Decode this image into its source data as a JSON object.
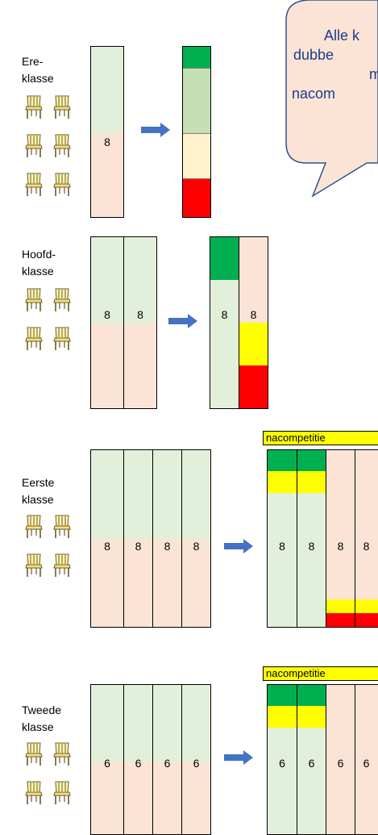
{
  "callout": {
    "lines": [
      "Alle k",
      "dubbe",
      "m",
      "nacom"
    ]
  },
  "colors": {
    "green_light": "#e2efda",
    "peach": "#fbe4d5",
    "green_dark": "#00b050",
    "green_mid": "#c5e0b4",
    "cream": "#fff2cc",
    "red": "#ff0000",
    "yellow": "#ffff00",
    "arrow": "#4472c4",
    "bubble_fill": "#fbe4d5",
    "bubble_border": "#2f528f"
  },
  "tiers": [
    {
      "label_lines": [
        "Ere-",
        "klasse"
      ],
      "chairs": 6,
      "before_values": [
        "8"
      ],
      "after_values": [],
      "tag": ""
    },
    {
      "label_lines": [
        "Hoofd-",
        "klasse"
      ],
      "chairs": 4,
      "before_values": [
        "8",
        "8"
      ],
      "after_values": [
        "8",
        "8"
      ],
      "tag": ""
    },
    {
      "label_lines": [
        "Eerste",
        "klasse"
      ],
      "chairs": 4,
      "before_values": [
        "8",
        "8",
        "8",
        "8"
      ],
      "after_values": [
        "8",
        "8",
        "8",
        "8"
      ],
      "tag": "nacompetitie"
    },
    {
      "label_lines": [
        "Tweede",
        "klasse"
      ],
      "chairs": 4,
      "before_values": [
        "6",
        "6",
        "6",
        "6"
      ],
      "after_values": [
        "6",
        "6",
        "6",
        "6"
      ],
      "tag": "nacompetitie"
    }
  ]
}
